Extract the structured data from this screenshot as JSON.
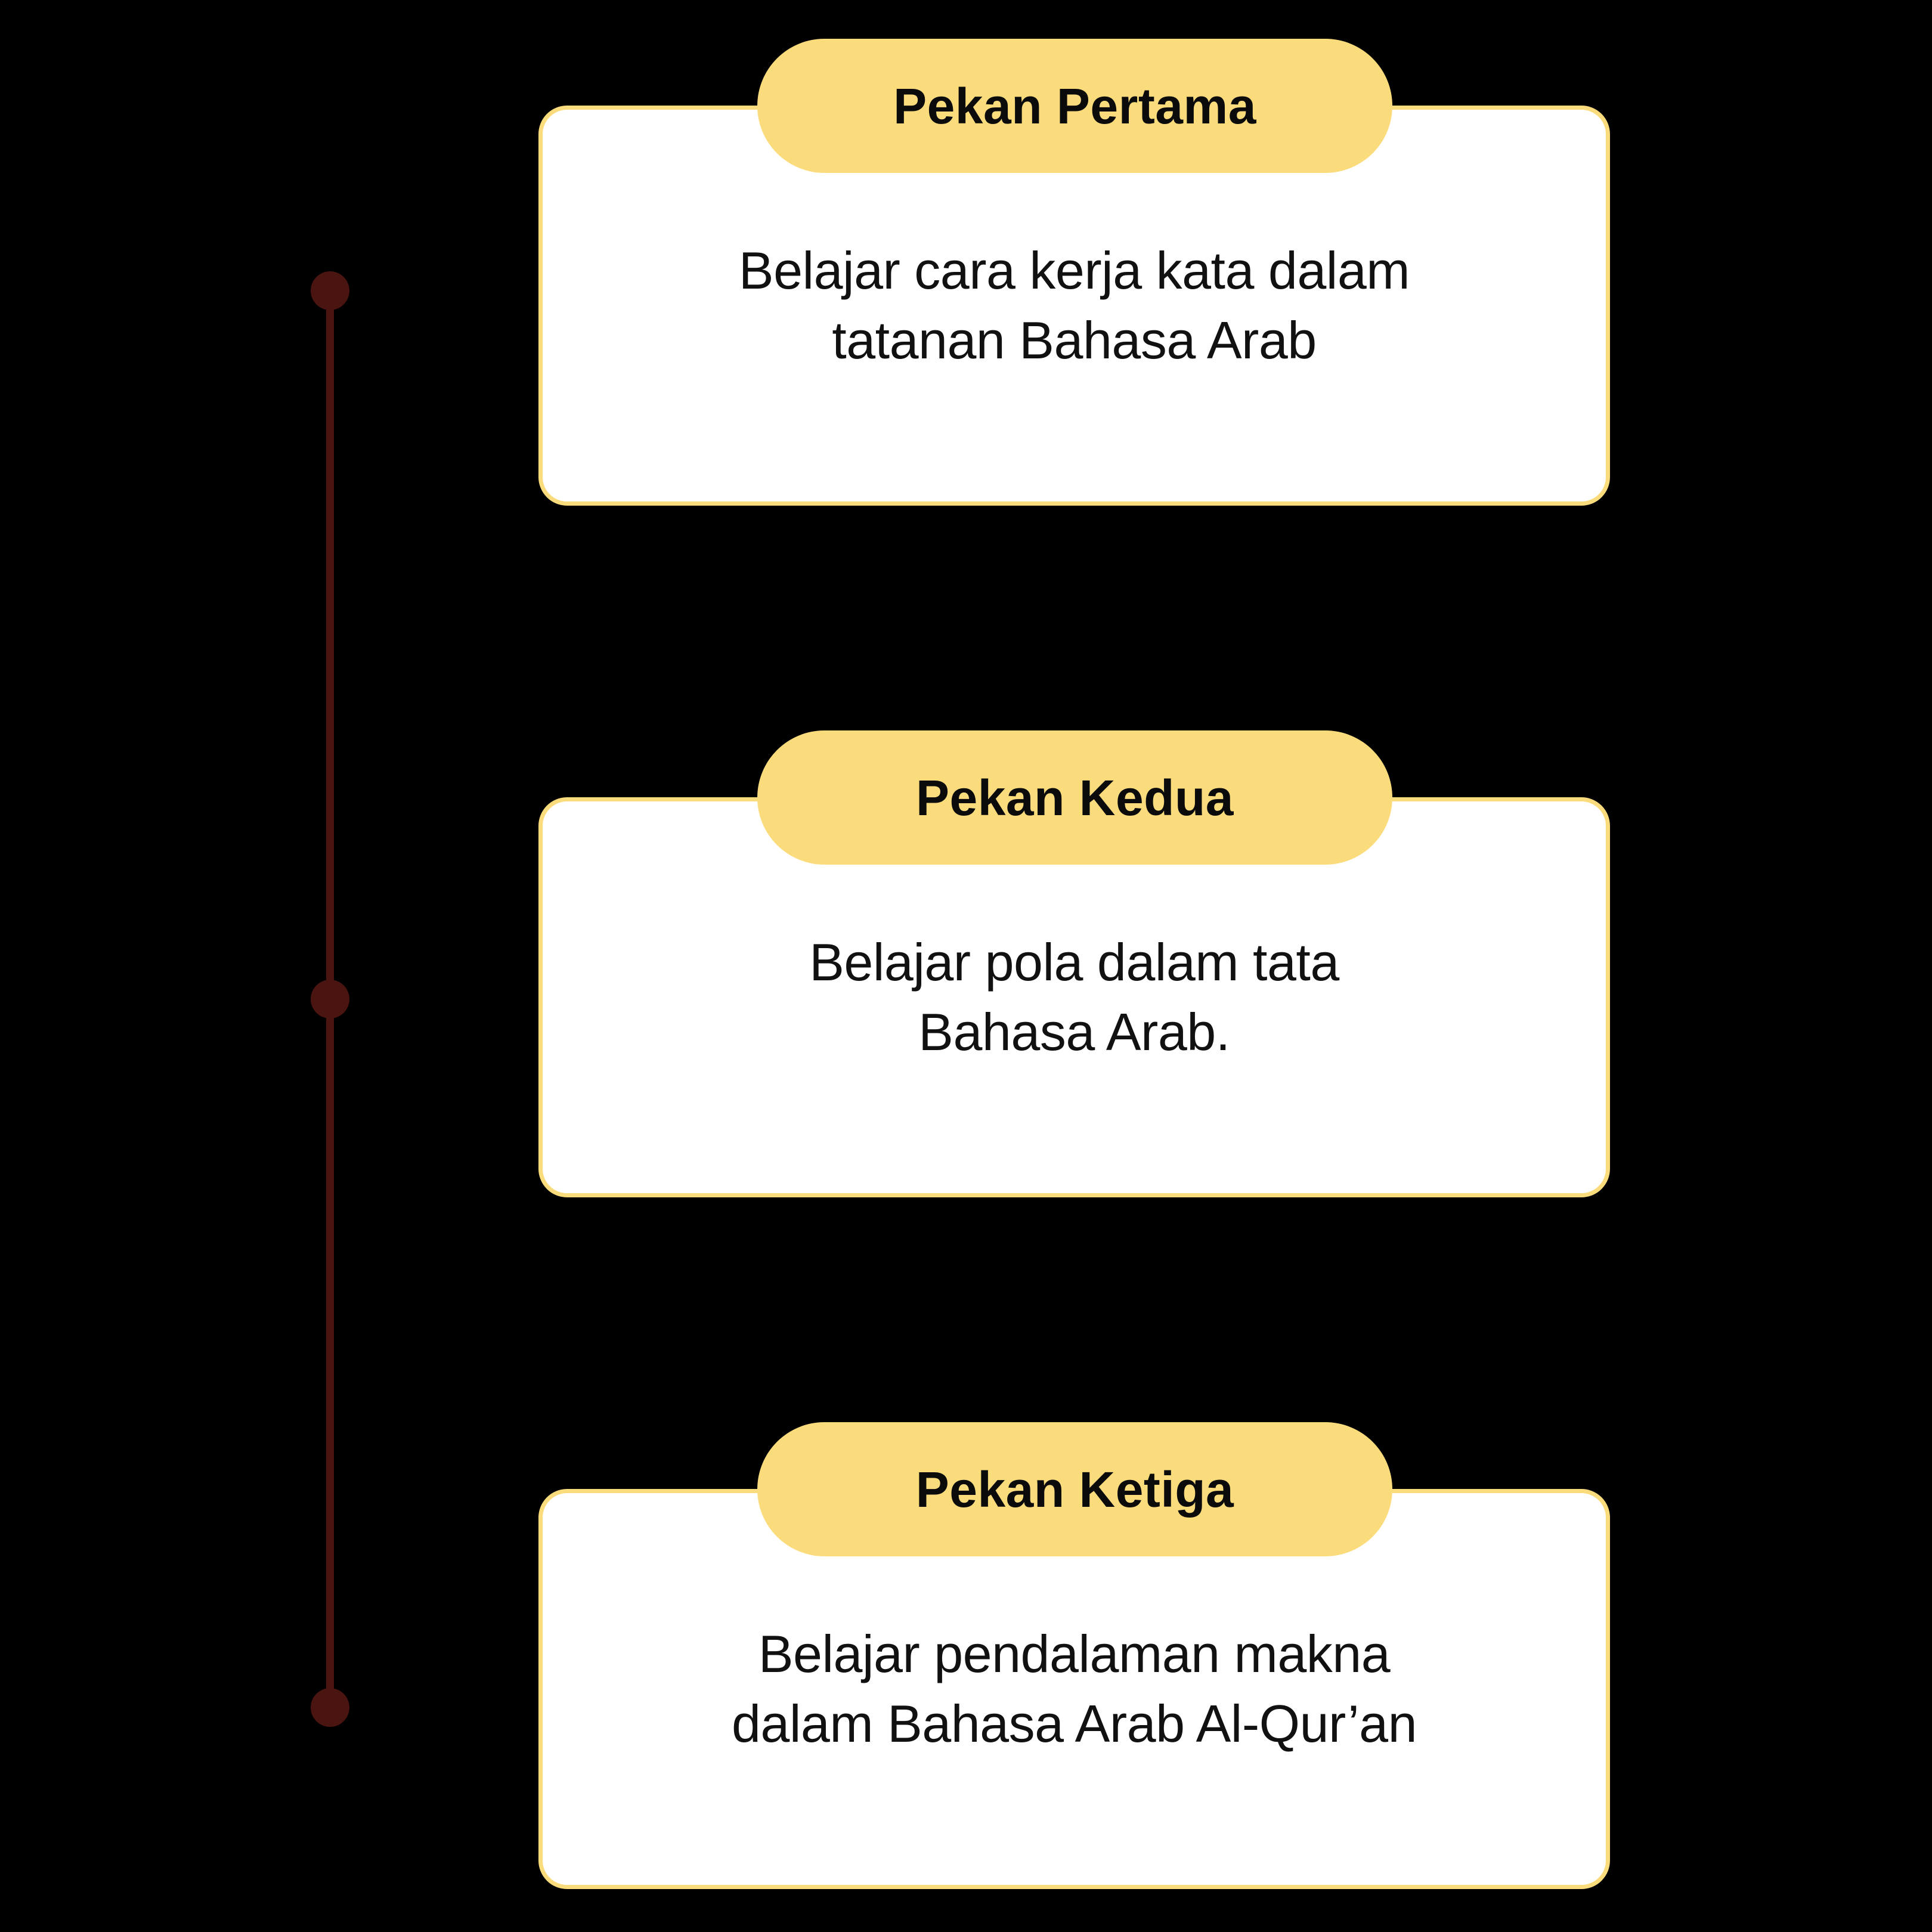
{
  "background_color": "#000000",
  "theme": {
    "accent_yellow": "#FBDC7C",
    "card_background": "#FFFFFF",
    "timeline_color": "#4A1410",
    "text_color": "#111111",
    "header_text_color": "#0B0B0B"
  },
  "timeline": {
    "name": "weekly-learning-timeline",
    "dot_count": 3,
    "items": [
      {
        "id": "week-1",
        "header": "Pekan Pertama",
        "body": "Belajar cara kerja kata dalam\ntatanan Bahasa Arab"
      },
      {
        "id": "week-2",
        "header": "Pekan Kedua",
        "body": "Belajar pola dalam tata\nBahasa Arab."
      },
      {
        "id": "week-3",
        "header": "Pekan Ketiga",
        "body": "Belajar pendalaman makna\ndalam Bahasa Arab Al-Qur’an"
      }
    ]
  }
}
